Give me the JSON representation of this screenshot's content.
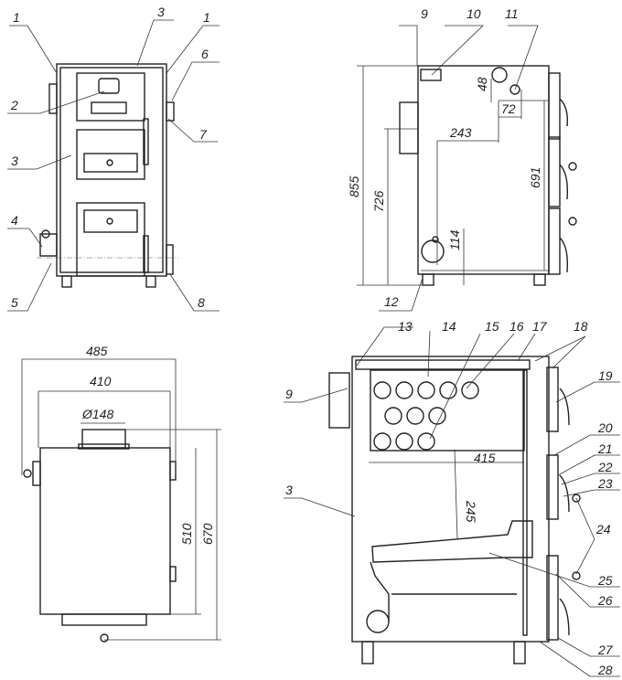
{
  "front_view": {
    "callouts": [
      "1",
      "3",
      "1",
      "6",
      "2",
      "7",
      "3",
      "4",
      "5",
      "8"
    ]
  },
  "side_view": {
    "callouts": [
      "9",
      "10",
      "11",
      "12"
    ],
    "dimensions": {
      "overall_height": "855",
      "flue_height": "726",
      "connection_spacing": "691",
      "return_height": "114",
      "horizontal_offset": "243",
      "outlet_offset": "72",
      "outlet_top": "48"
    }
  },
  "top_view": {
    "dimensions": {
      "overall_width": "485",
      "body_width": "410",
      "flue_diameter": "Ø148",
      "body_depth": "510",
      "overall_depth": "670"
    }
  },
  "section_view": {
    "callouts": [
      "13",
      "14",
      "15",
      "16",
      "17",
      "18",
      "9",
      "19",
      "20",
      "21",
      "22",
      "23",
      "3",
      "24",
      "25",
      "26",
      "27",
      "28"
    ],
    "dimensions": {
      "chamber_width": "415",
      "chamber_height": "245"
    }
  }
}
